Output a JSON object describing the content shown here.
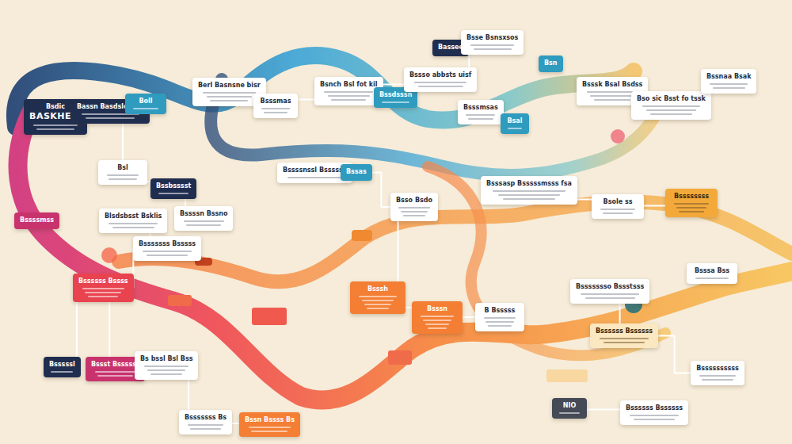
{
  "diagram": {
    "nodes": [
      {
        "text": [
          "Bsdic",
          "BASKHEIS"
        ]
      },
      {
        "text": [
          "Bassn Basdsloonte"
        ]
      },
      {
        "text": [
          "Boll"
        ]
      },
      {
        "text": [
          "Berl Basnsne bisr"
        ]
      },
      {
        "text": [
          "Bsssmas"
        ]
      },
      {
        "text": [
          "Bsnch Bsl fot kil"
        ]
      },
      {
        "text": [
          "Bssdsssn"
        ]
      },
      {
        "text": [
          "Bassee"
        ]
      },
      {
        "text": [
          "Bsse Bsnsxsos"
        ]
      },
      {
        "text": [
          "Bssso abbsts uisf"
        ]
      },
      {
        "text": [
          "Bsssmsas"
        ]
      },
      {
        "text": [
          "Bsal"
        ]
      },
      {
        "text": [
          "Bsn"
        ]
      },
      {
        "text": [
          "Bsssk Bsal Bsdss"
        ]
      },
      {
        "text": [
          "Bso sic Bsst fo tssk"
        ]
      },
      {
        "text": [
          "Bssnaa Bsak"
        ]
      },
      {
        "text": [
          "Bsl"
        ]
      },
      {
        "text": [
          "Bssbsssst"
        ]
      },
      {
        "text": [
          "Blsdsbsst Bsklis"
        ]
      },
      {
        "text": [
          "Bssssn Bssno"
        ]
      },
      {
        "text": [
          "Bssssmss"
        ]
      },
      {
        "text": [
          "Bssssnssl Bssssss"
        ]
      },
      {
        "text": [
          "Bssas"
        ]
      },
      {
        "text": [
          "Bsso Bsdo"
        ]
      },
      {
        "text": [
          "Bsssasp Bsssssmsss fsa"
        ]
      },
      {
        "text": [
          "Bsole ss"
        ]
      },
      {
        "text": [
          "Bssssssss"
        ]
      },
      {
        "text": [
          "Bsssssss Bsssss"
        ]
      },
      {
        "text": [
          "Bssssss Bssss"
        ]
      },
      {
        "text": [
          "Bssssssso Bssstsss"
        ]
      },
      {
        "text": [
          "Bsssa Bss"
        ]
      },
      {
        "text": [
          "Bsssh"
        ]
      },
      {
        "text": [
          "Bsssn"
        ]
      },
      {
        "text": [
          "B Bsssss"
        ]
      },
      {
        "text": [
          "Bssssss Bssssss"
        ]
      },
      {
        "text": [
          "Bssssssssss"
        ]
      },
      {
        "text": [
          "Bsssssl"
        ]
      },
      {
        "text": [
          "Bssst Bssssst"
        ]
      },
      {
        "text": [
          "Bs bssl Bsl Bss"
        ]
      },
      {
        "text": [
          "Bsssssss Bs"
        ]
      },
      {
        "text": [
          "Bssn Bssss Bs"
        ]
      },
      {
        "text": [
          "NIO"
        ]
      },
      {
        "text": [
          "Bssssss Bssssss"
        ]
      }
    ],
    "edges": [
      {
        "from": 1,
        "to": 16,
        "arrow": "none"
      },
      {
        "from": 16,
        "to": 17,
        "arrow": "none"
      },
      {
        "from": 17,
        "to": 19,
        "arrow": "none"
      },
      {
        "from": 18,
        "to": 27,
        "arrow": "none"
      },
      {
        "from": 27,
        "to": 28,
        "arrow": "none"
      },
      {
        "from": 28,
        "to": 36,
        "arrow": "none"
      },
      {
        "from": 28,
        "to": 37,
        "arrow": "none"
      },
      {
        "from": 37,
        "to": 38,
        "arrow": "none"
      },
      {
        "from": 38,
        "to": 39,
        "arrow": "none"
      },
      {
        "from": 39,
        "to": 40,
        "arrow": "none"
      },
      {
        "from": 3,
        "to": 4,
        "arrow": "none"
      },
      {
        "from": 4,
        "to": 5,
        "arrow": "none"
      },
      {
        "from": 5,
        "to": 9,
        "arrow": "none"
      },
      {
        "from": 9,
        "to": 8,
        "arrow": "none"
      },
      {
        "from": 10,
        "to": 11,
        "arrow": "none"
      },
      {
        "from": 13,
        "to": 14,
        "arrow": "none"
      },
      {
        "from": 14,
        "to": 15,
        "arrow": "none"
      },
      {
        "from": 21,
        "to": 22,
        "arrow": "none"
      },
      {
        "from": 22,
        "to": 23,
        "arrow": "none"
      },
      {
        "from": 23,
        "to": 31,
        "arrow": "none"
      },
      {
        "from": 31,
        "to": 32,
        "arrow": "none"
      },
      {
        "from": 32,
        "to": 33,
        "arrow": "none"
      },
      {
        "from": 24,
        "to": 25,
        "arrow": "none"
      },
      {
        "from": 25,
        "to": 26,
        "arrow": "none"
      },
      {
        "from": 29,
        "to": 34,
        "arrow": "none"
      },
      {
        "from": 34,
        "to": 35,
        "arrow": "none"
      },
      {
        "from": 41,
        "to": 42,
        "arrow": "none"
      }
    ]
  }
}
